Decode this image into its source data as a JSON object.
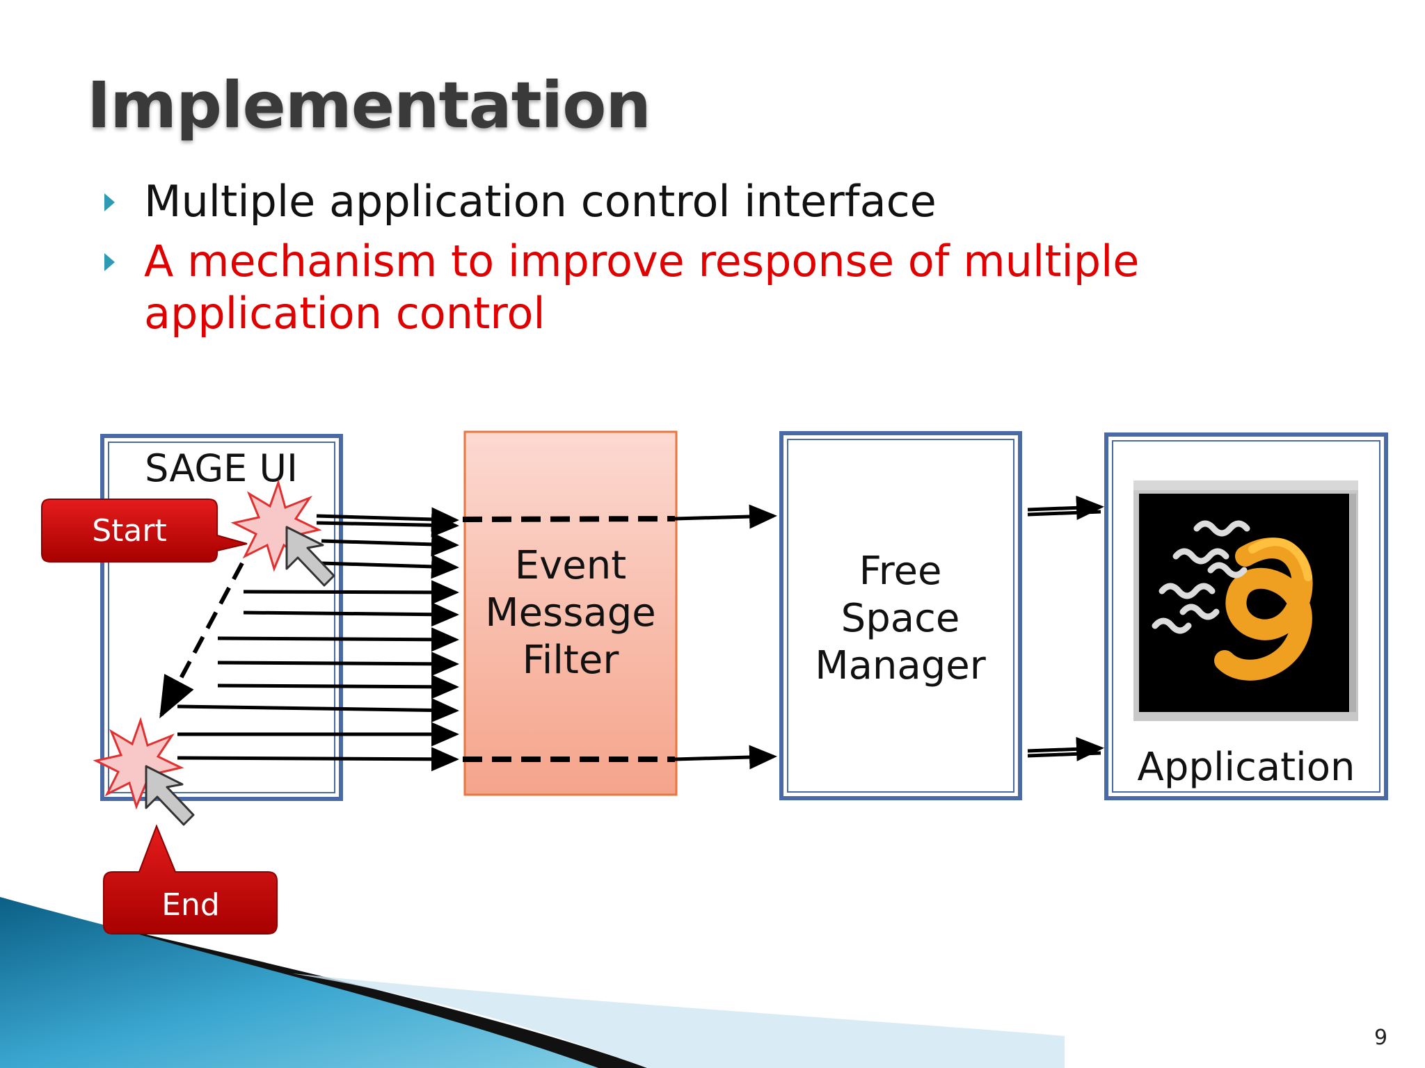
{
  "slide": {
    "title": "Implementation",
    "bullets": [
      {
        "text": "Multiple application control interface",
        "color": "#111111"
      },
      {
        "text_line1": "A mechanism to improve response of multiple",
        "text_line2": "application control",
        "color": "#e00000"
      }
    ],
    "page_number": "9"
  },
  "diagram": {
    "sage_ui_label": "SAGE UI",
    "start_label": "Start",
    "end_label": "End",
    "filter_lines": [
      "Event",
      "Message",
      "Filter"
    ],
    "manager_lines": [
      "Free",
      "Space",
      "Manager"
    ],
    "application_label": "Application",
    "colors": {
      "box_border": "#4a6aa5",
      "filter_fill_top": "#fcd6ce",
      "filter_fill_bottom": "#f5a68e",
      "filter_border": "#e8763f",
      "callout_red": "#c80000",
      "bullet_marker": "#2e9bb5"
    }
  }
}
